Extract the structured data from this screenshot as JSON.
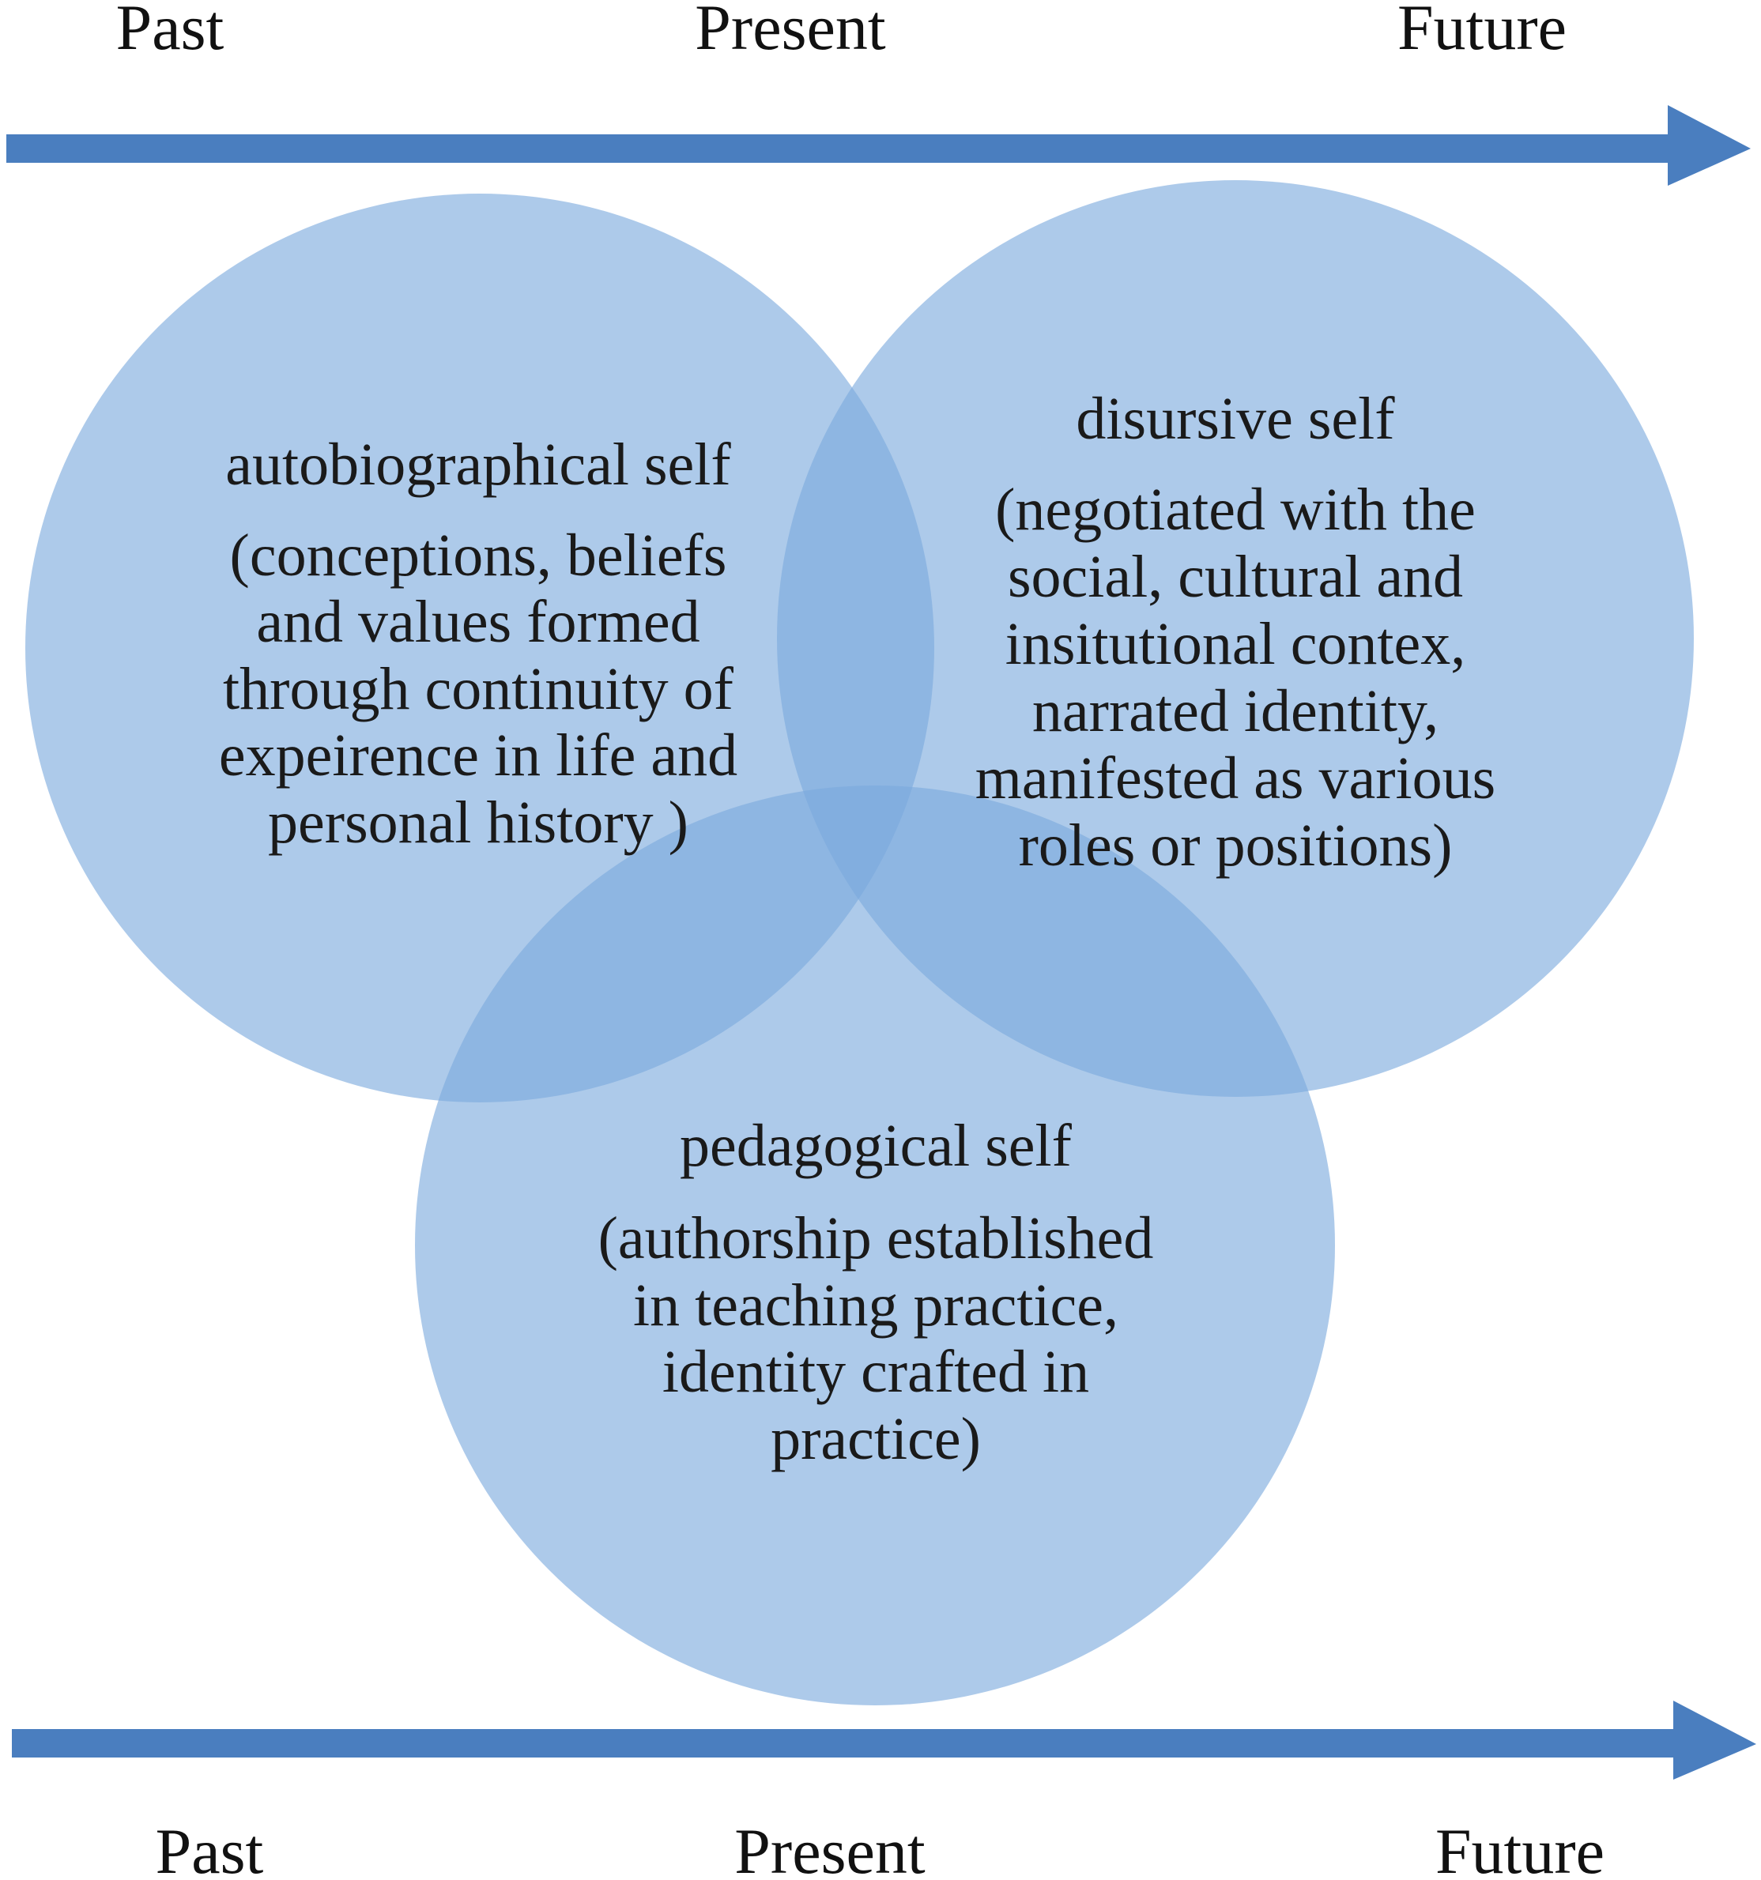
{
  "colors": {
    "arrow": "#4a7ebf",
    "circle_fill": "#7ba9dd",
    "text": "#111111"
  },
  "timeline_top": {
    "labels": [
      "Past",
      "Present",
      "Future"
    ]
  },
  "timeline_bottom": {
    "labels": [
      "Past",
      "Present",
      "Future"
    ]
  },
  "circles": {
    "autobiographical": {
      "title": "autobiographical self",
      "lines": [
        "(conceptions, beliefs",
        "and values formed",
        "through continuity of",
        "expeirence in life and",
        "personal history )"
      ]
    },
    "discursive": {
      "title": "disursive self",
      "lines": [
        "(negotiated with the",
        "social, cultural and",
        "insitutional contex,",
        "narrated identity,",
        "manifested as various",
        "roles or positions)"
      ]
    },
    "pedagogical": {
      "title": "pedagogical self",
      "lines": [
        "(authorship established",
        "in teaching practice,",
        "identity crafted in",
        "practice)"
      ]
    }
  }
}
